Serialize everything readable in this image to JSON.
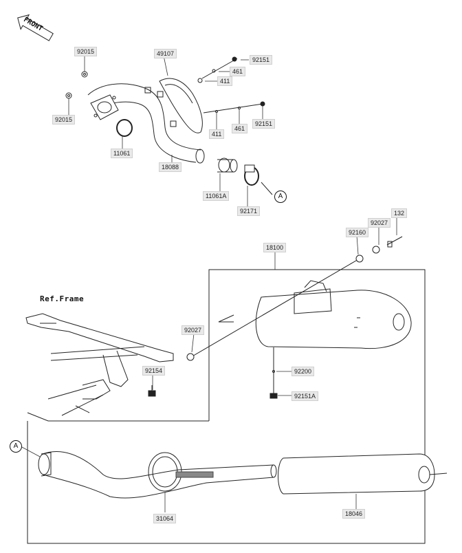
{
  "front_label": "FRONT",
  "ref_frame_label": "Ref.Frame",
  "callout_letter": "A",
  "parts": {
    "p92015_top": "92015",
    "p92015_bot": "92015",
    "p49107": "49107",
    "p92151_top": "92151",
    "p461_top": "461",
    "p411_top": "411",
    "p411_bot": "411",
    "p461_bot": "461",
    "p92151_mid": "92151",
    "p11061": "11061",
    "p18088": "18088",
    "p11061A": "11061A",
    "p92171": "92171",
    "p132": "132",
    "p92027_top": "92027",
    "p92160": "92160",
    "p18100": "18100",
    "p92027_mid": "92027",
    "p92154": "92154",
    "p92200": "92200",
    "p92151A": "92151A",
    "p31064": "31064",
    "p18046": "18046"
  }
}
